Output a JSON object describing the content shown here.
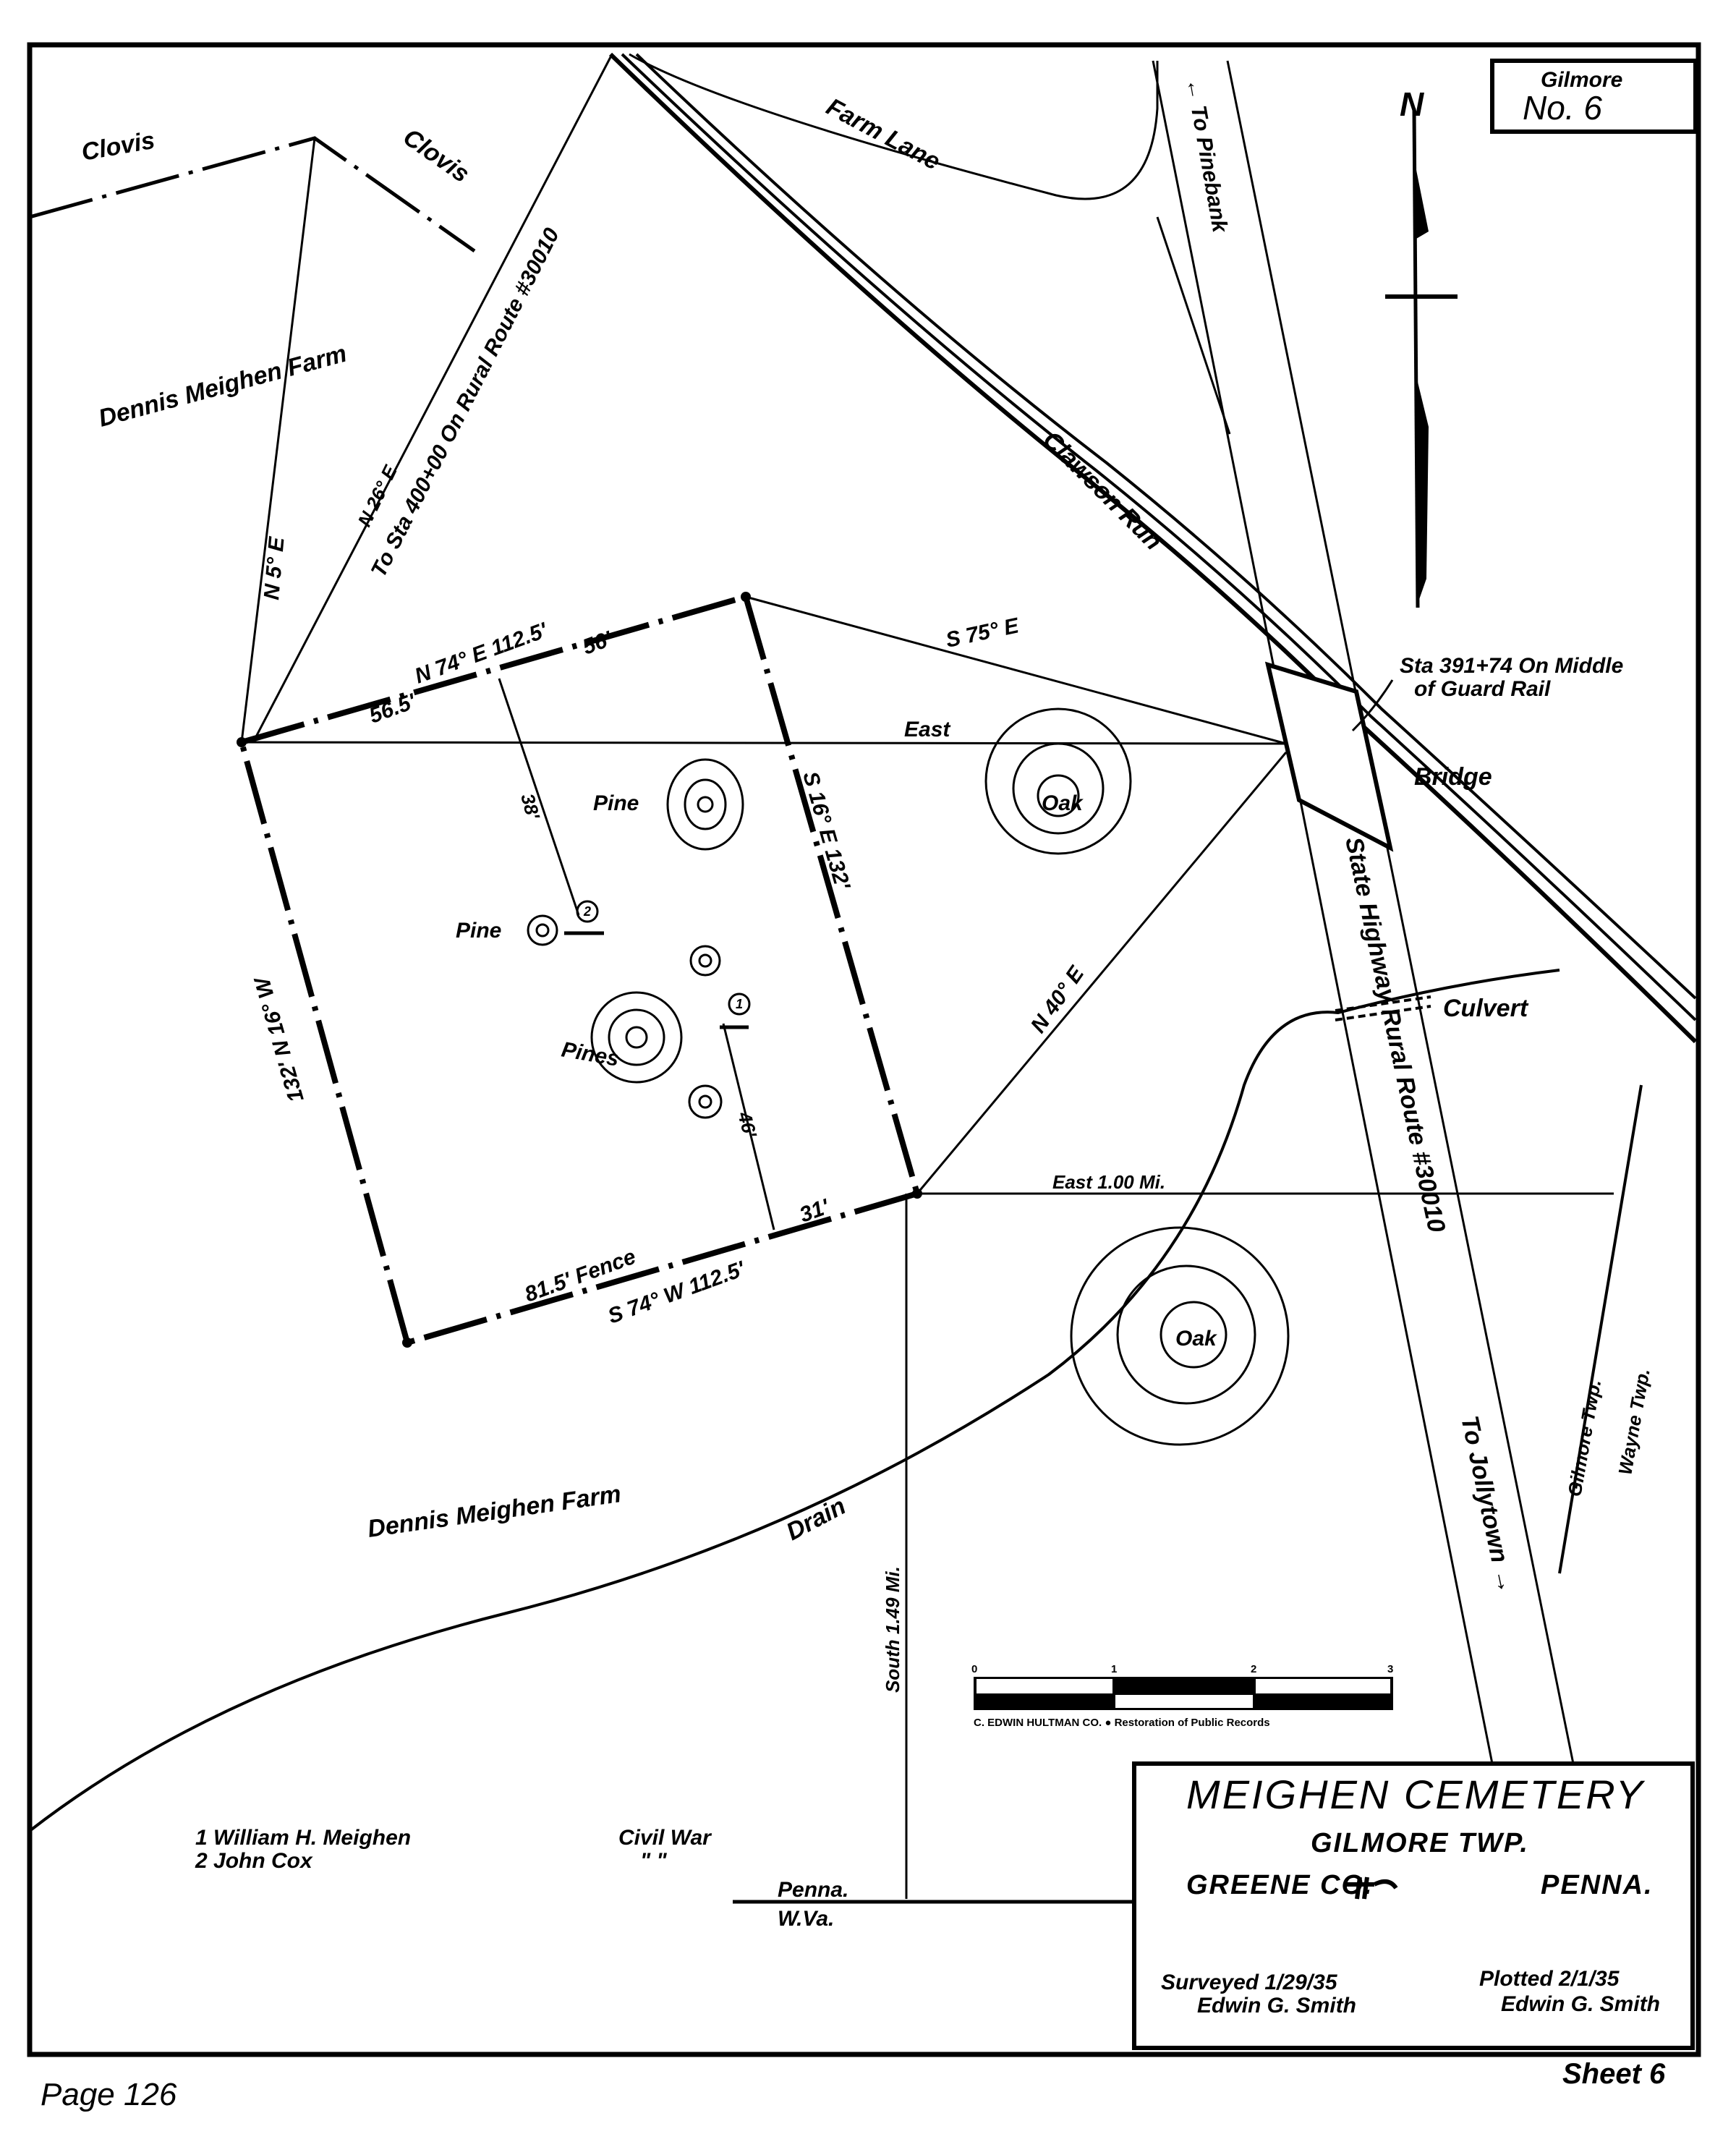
{
  "sheet_id": {
    "line1": "Gilmore",
    "line2": "No. 6"
  },
  "title_block": {
    "title": "MEIGHEN CEMETERY",
    "township": "GILMORE TWP.",
    "county": "GREENE CO.",
    "state": "PENNA.",
    "surveyed_label": "Surveyed 1/29/35",
    "surveyed_by": "Edwin G. Smith",
    "plotted_label": "Plotted 2/1/35",
    "plotted_by": "Edwin G. Smith"
  },
  "labels": {
    "clovis_1": "Clovis",
    "clovis_2": "Clovis",
    "meighen_farm_north": "Dennis Meighen Farm",
    "meighen_farm_south": "Dennis Meighen Farm",
    "n5e": "N 5° E",
    "n26e": "N 26° E",
    "to_sta_400": "To Sta 400+00 On Rural Route #30010",
    "farm_lane": "Farm Lane",
    "to_pinebank": "← To Pinebank",
    "clawson_run": "Clawson Run",
    "s75e": "S 75° E",
    "east": "East",
    "north_side": "N 74° E  112.5'",
    "north_seg1": "56.5'",
    "north_seg2": "56'",
    "grave2_offset": "38'",
    "east_side": "S 16° E  132'",
    "west_side": "132'  N 16° W",
    "n40e": "N 40° E",
    "grave1_offset": "46'",
    "south_seg1": "31'",
    "fence": "81.5' Fence",
    "south_side": "S 74° W  112.5'",
    "east_1mi": "East 1.00 Mi.",
    "highway": "State Highway Rural Route #30010",
    "to_jollytown": "To Jollytown →",
    "culvert": "Culvert",
    "bridge": "Bridge",
    "sta_391": "Sta 391+74 On Middle",
    "sta_391_b": "of Guard Rail",
    "gilmore_twp": "Gilmore Twp.",
    "wayne_twp": "Wayne Twp.",
    "drain": "Drain",
    "south_149": "South 1.49 Mi.",
    "penna": "Penna.",
    "wva": "W.Va.",
    "north_arrow": "N"
  },
  "trees": {
    "oak_1": "Oak",
    "oak_2": "Oak",
    "pine_1": "Pine",
    "pine_2": "Pine",
    "pines": "Pines"
  },
  "graves": {
    "g1": "1",
    "g2": "2"
  },
  "legend": [
    {
      "name": "1 William H. Meighen",
      "note": "Civil War"
    },
    {
      "name": "2 John Cox",
      "note": "\"     \""
    }
  ],
  "scale_bar": {
    "ticks": [
      "0",
      "1",
      "2",
      "3"
    ],
    "credit": "C. EDWIN HULTMAN CO.  ●  Restoration of Public Records"
  },
  "footer": {
    "page": "Page 126",
    "sheet": "Sheet 6"
  }
}
